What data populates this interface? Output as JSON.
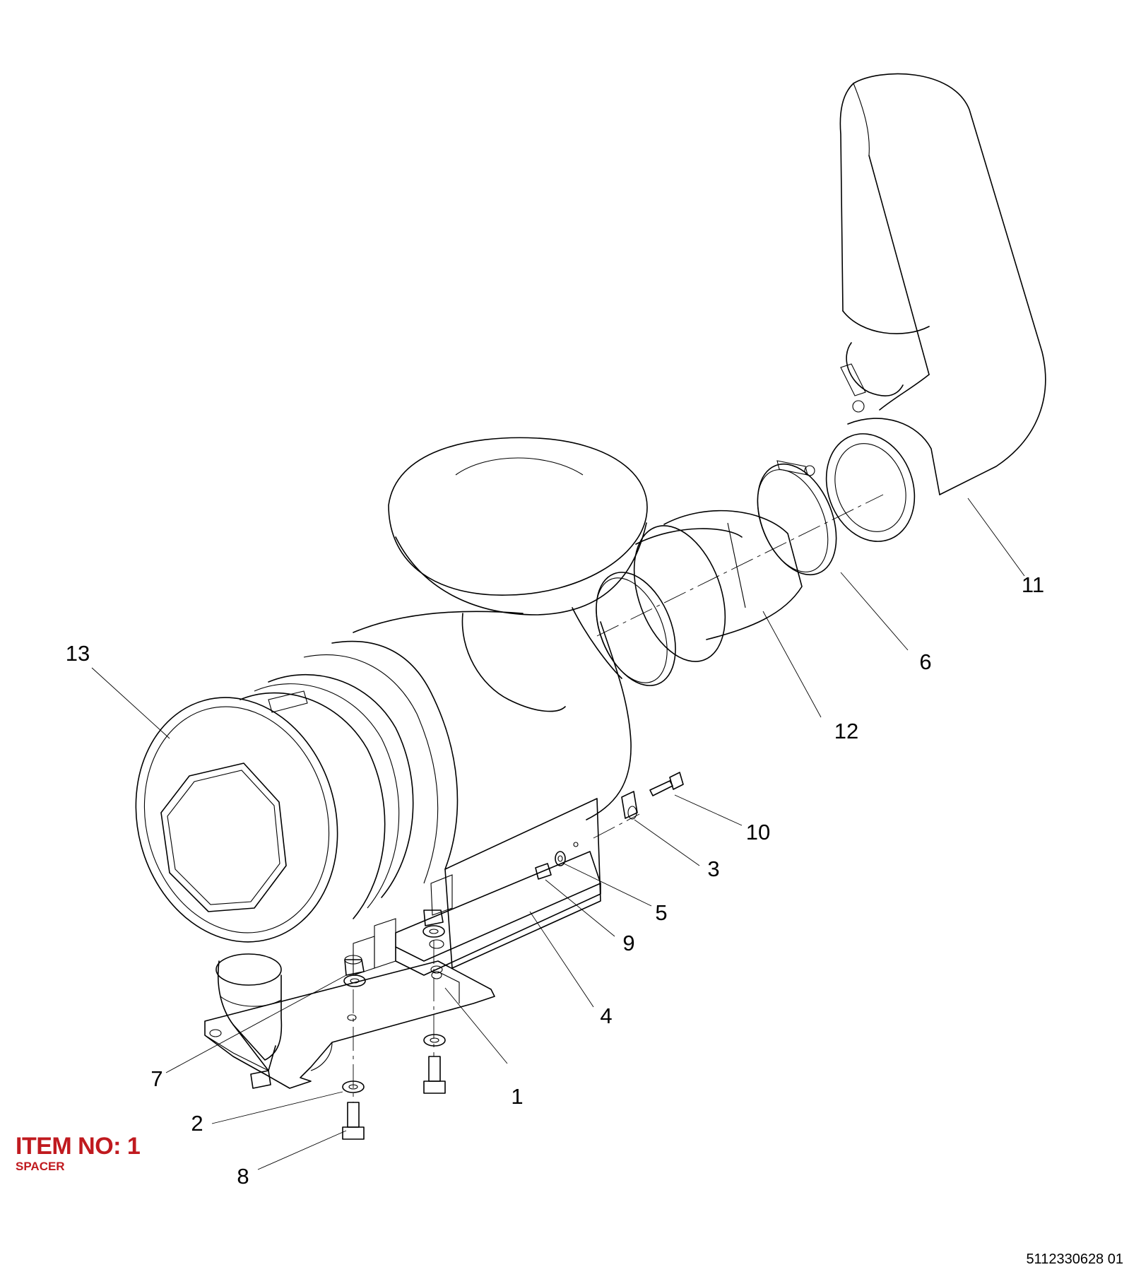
{
  "item": {
    "title": "ITEM NO: 1",
    "description": "SPACER",
    "color": "#c01a1f"
  },
  "document_number": "5112330628 01",
  "callouts": [
    {
      "id": "1",
      "label": "1"
    },
    {
      "id": "2",
      "label": "2"
    },
    {
      "id": "3",
      "label": "3"
    },
    {
      "id": "4",
      "label": "4"
    },
    {
      "id": "5",
      "label": "5"
    },
    {
      "id": "6",
      "label": "6"
    },
    {
      "id": "7",
      "label": "7"
    },
    {
      "id": "8",
      "label": "8"
    },
    {
      "id": "9",
      "label": "9"
    },
    {
      "id": "10",
      "label": "10"
    },
    {
      "id": "11",
      "label": "11"
    },
    {
      "id": "12",
      "label": "12"
    },
    {
      "id": "13",
      "label": "13"
    }
  ]
}
